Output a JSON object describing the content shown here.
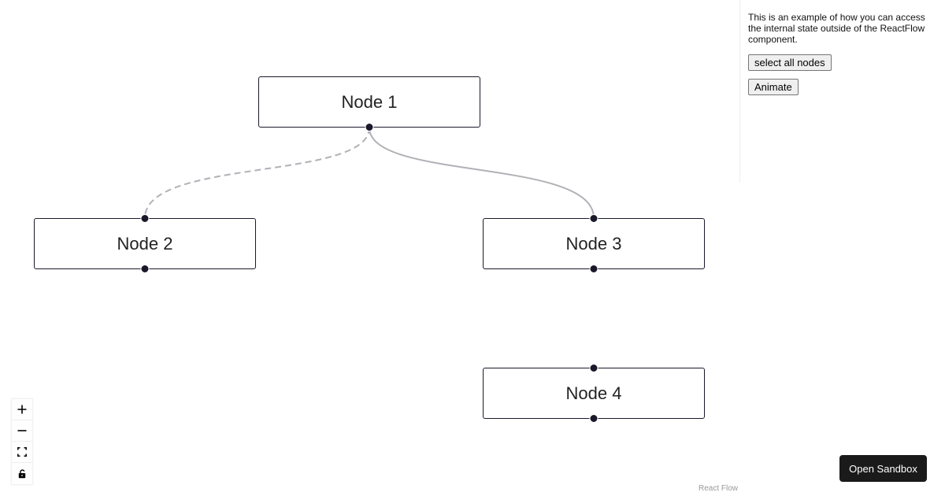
{
  "flow": {
    "nodes": [
      {
        "id": "1",
        "label": "Node 1"
      },
      {
        "id": "2",
        "label": "Node 2"
      },
      {
        "id": "3",
        "label": "Node 3"
      },
      {
        "id": "4",
        "label": "Node 4"
      }
    ],
    "edges": [
      {
        "source": "1",
        "target": "2",
        "animated": true
      },
      {
        "source": "1",
        "target": "3",
        "animated": false
      }
    ],
    "colors": {
      "node_border": "#1a192b",
      "handle": "#1a192b",
      "edge": "#b1b1b7"
    }
  },
  "sidebar": {
    "description": "This is an example of how you can access the internal state outside of the ReactFlow component.",
    "select_all_label": "select all nodes",
    "animate_label": "Animate"
  },
  "controls": {
    "icons": [
      "plus-icon",
      "minus-icon",
      "fit-view-icon",
      "lock-icon"
    ]
  },
  "attribution": "React Flow",
  "open_sandbox_label": "Open Sandbox"
}
